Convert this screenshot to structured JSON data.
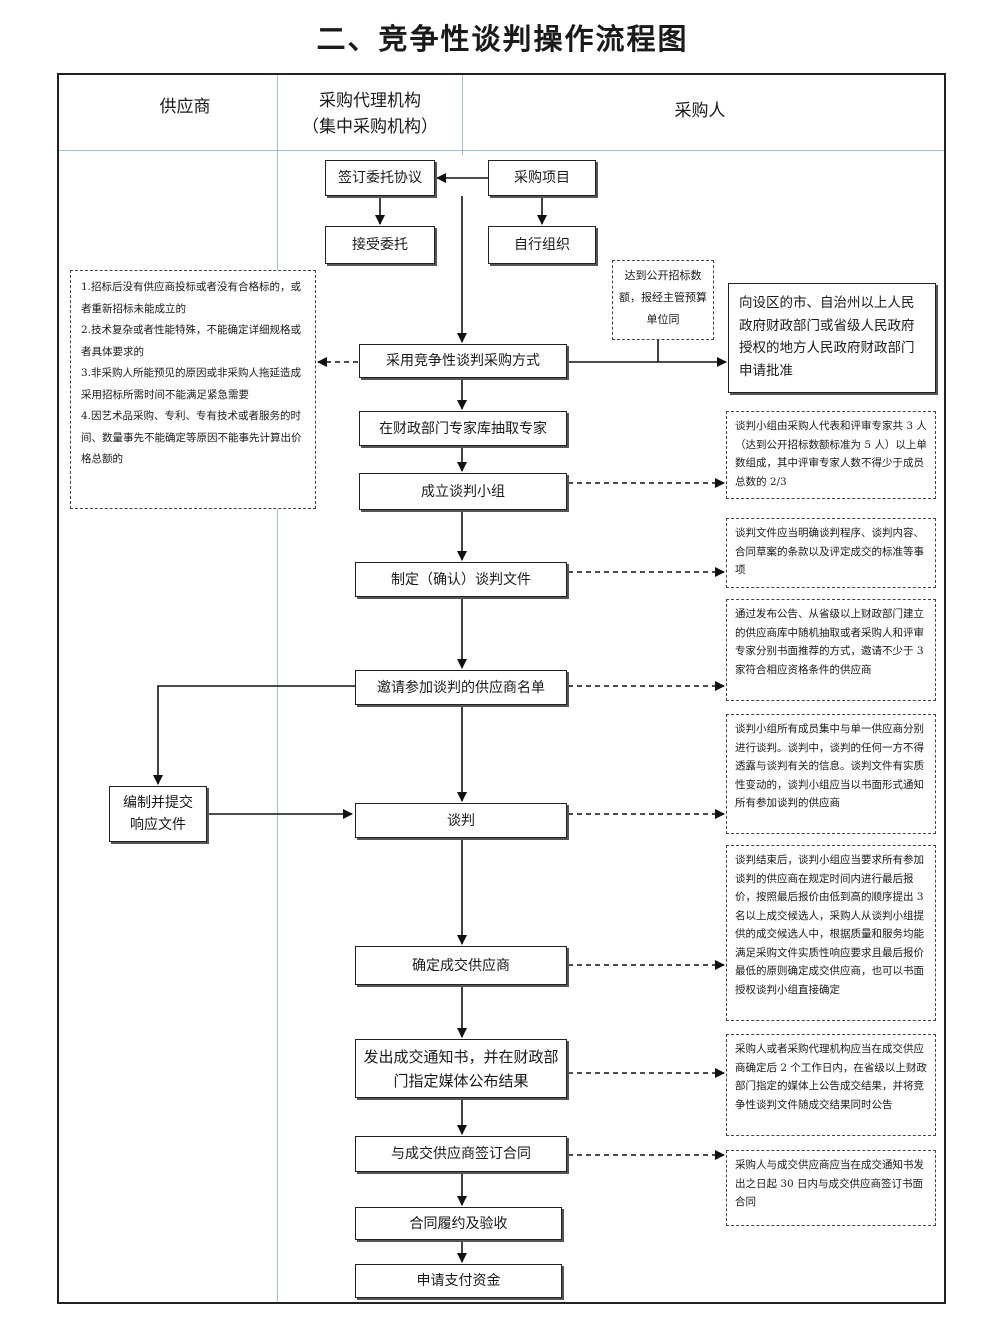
{
  "title": "二、竞争性谈判操作流程图",
  "lanes": {
    "supplier": "供应商",
    "agency_line1": "采购代理机构",
    "agency_line2": "（集中采购机构）",
    "purchaser": "采购人"
  },
  "boxes": {
    "sign_agreement": "签订委托协议",
    "purchase_project": "采购项目",
    "accept_commission": "接受委托",
    "self_organize": "自行组织",
    "adopt_method": "采用竞争性谈判采购方式",
    "draw_experts": "在财政部门专家库抽取专家",
    "form_group": "成立谈判小组",
    "make_documents": "制定（确认）谈判文件",
    "invite_suppliers": "邀请参加谈判的供应商名单",
    "prepare_response": "编制并提交响应文件",
    "negotiate": "谈判",
    "determine_supplier": "确定成交供应商",
    "issue_notice_line1": "发出成交通知书，并在财政部",
    "issue_notice_line2": "门指定媒体公布结果",
    "sign_contract": "与成交供应商签订合同",
    "fulfill_contract": "合同履约及验收",
    "apply_payment": "申请支付资金"
  },
  "notes": {
    "conditions": [
      "1.招标后没有供应商投标或者没有合格标的，或者重新招标未能成立的",
      "2.技术复杂或者性能特殊，不能确定详细规格或者具体要求的",
      "3.非采购人所能预见的原因或非采购人拖延造成采用招标所需时间不能满足紧急需要",
      "4.因艺术品采购、专利、专有技术或者服务的时间、数量事先不能确定等原因不能事先计算出价格总额的"
    ],
    "threshold": "达到公开招标数额，报经主管预算单位同",
    "approval": "向设区的市、自治州以上人民政府财政部门或省级人民政府授权的地方人民政府财政部门申请批准",
    "group_note": "谈判小组由采购人代表和评审专家共 3 人（达到公开招标数额标准为 5 人）以上单数组成，其中评审专家人数不得少于成员总数的 2/3",
    "document_note": "谈判文件应当明确谈判程序、谈判内容、合同草案的条款以及评定成交的标准等事项",
    "invite_note": "通过发布公告、从省级以上财政部门建立的供应商库中随机抽取或者采购人和评审专家分别书面推荐的方式，邀请不少于 3 家符合相应资格条件的供应商",
    "negotiate_note": "谈判小组所有成员集中与单一供应商分别进行谈判。谈判中，谈判的任何一方不得透露与谈判有关的信息。谈判文件有实质性变动的，谈判小组应当以书面形式通知所有参加谈判的供应商",
    "determine_note": "谈判结束后，谈判小组应当要求所有参加谈判的供应商在规定时间内进行最后报价，按照最后报价由低到高的顺序提出 3 名以上成交候选人，采购人从谈判小组提供的成交候选人中，根据质量和服务均能满足采购文件实质性响应要求且最后报价最低的原则确定成交供应商，也可以书面授权谈判小组直接确定",
    "notice_note": "采购人或者采购代理机构应当在成交供应商确定后 2 个工作日内，在省级以上财政部门指定的媒体上公告成交结果，并将竞争性谈判文件随成交结果同时公告",
    "contract_note": "采购人与成交供应商应当在成交通知书发出之日起 30 日内与成交供应商签订书面合同"
  }
}
